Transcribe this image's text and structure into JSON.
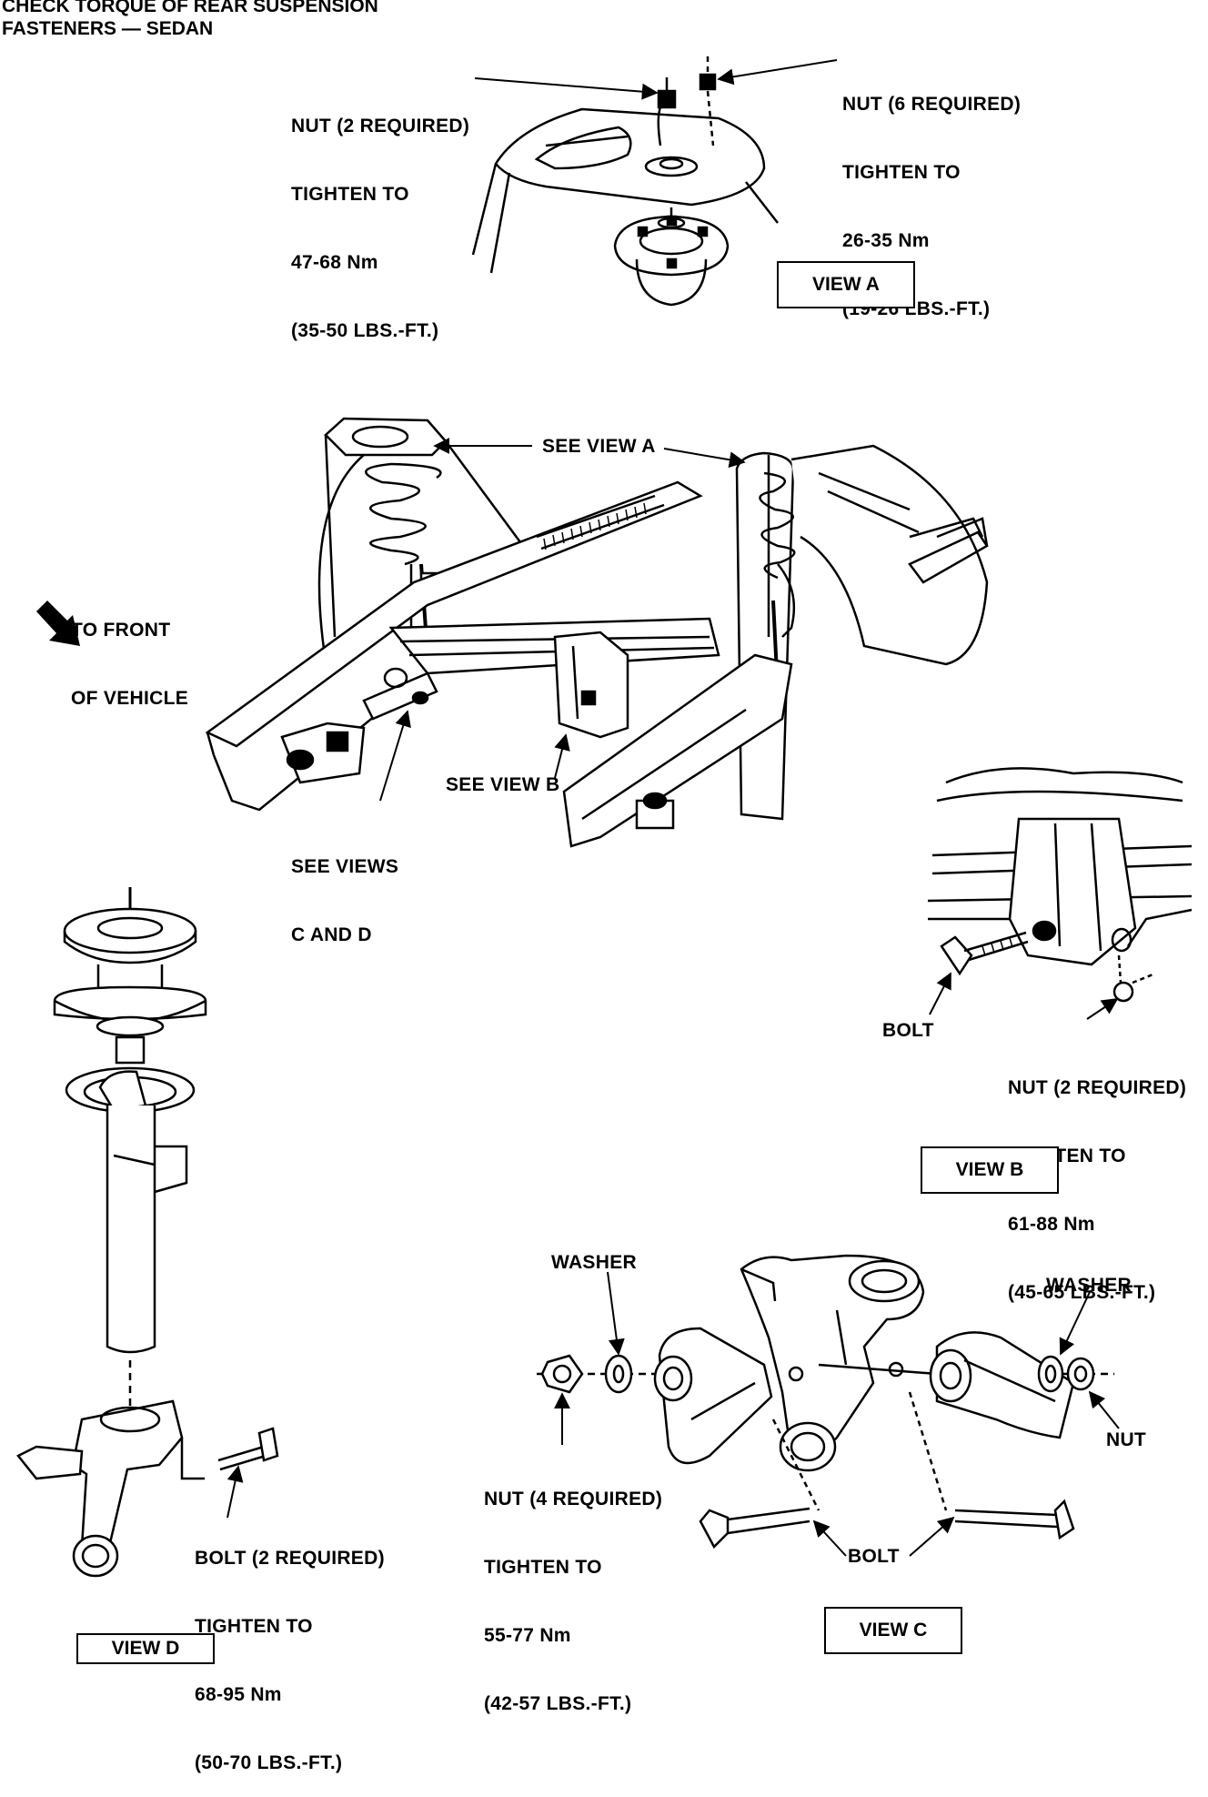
{
  "title": {
    "line1": "CHECK TORQUE OF REAR SUSPENSION",
    "line2": "FASTENERS — SEDAN"
  },
  "view_a": {
    "box": "VIEW A",
    "nut_left": [
      "NUT (2 REQUIRED)",
      "TIGHTEN TO",
      "47-68 Nm",
      "(35-50 LBS.-FT.)"
    ],
    "nut_right": [
      "NUT (6 REQUIRED)",
      "TIGHTEN TO",
      "26-35 Nm",
      "(19-26 LBS.-FT.)"
    ]
  },
  "overview": {
    "see_view_a": "SEE VIEW A",
    "to_front": [
      "TO FRONT",
      "OF VEHICLE"
    ],
    "see_view_b": "SEE VIEW B",
    "see_views_cd": [
      "SEE VIEWS",
      "C AND D"
    ]
  },
  "view_b": {
    "box": "VIEW B",
    "bolt": "BOLT",
    "nut": [
      "NUT (2 REQUIRED)",
      "TIGHTEN TO",
      "61-88 Nm",
      "(45-65 LBS.-FT.)"
    ]
  },
  "view_c": {
    "box": "VIEW C",
    "washer_left": "WASHER",
    "washer_right": "WASHER",
    "nut_right": "NUT",
    "bolt": "BOLT",
    "nut": [
      "NUT (4 REQUIRED)",
      "TIGHTEN TO",
      "55-77 Nm",
      "(42-57 LBS.-FT.)"
    ]
  },
  "view_d": {
    "box": "VIEW D",
    "bolt": [
      "BOLT (2 REQUIRED)",
      "TIGHTEN TO",
      "68-95 Nm",
      "(50-70 LBS.-FT.)"
    ]
  }
}
